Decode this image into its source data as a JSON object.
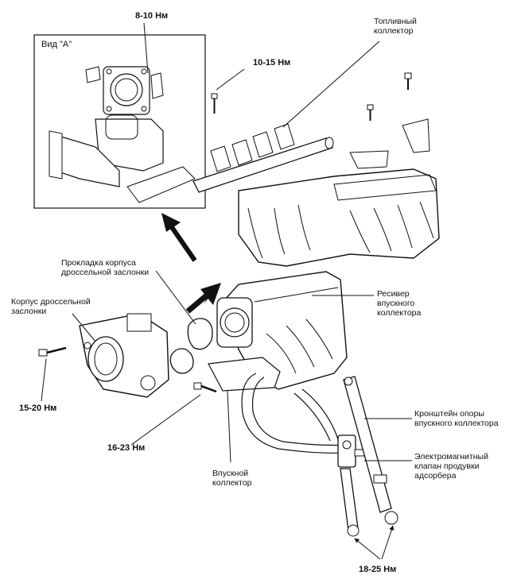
{
  "inset": {
    "title": "Вид \"A\""
  },
  "labels": {
    "fuel_rail": "Топливный\nколлектор",
    "throttle_gasket": "Прокладка корпуса\nдроссельной заслонки",
    "throttle_body": "Корпус дроссельной\nзаслонки",
    "plenum": "Ресивер\nвпускного\nколлектора",
    "manifold_bracket": "Кронштейн опоры\nвпускного коллектора",
    "purge_valve": "Электромагнитный\nклапан продувки\nадсорбера",
    "intake_manifold": "Впускной\nколлектор"
  },
  "torques": {
    "inset_bolt": "8-10 Нм",
    "fuel_rail_bolt": "10-15 Нм",
    "throttle_bolt": "15-20 Нм",
    "manifold_bolt": "16-23 Нм",
    "bracket_bolts": "18-25 Нм"
  }
}
